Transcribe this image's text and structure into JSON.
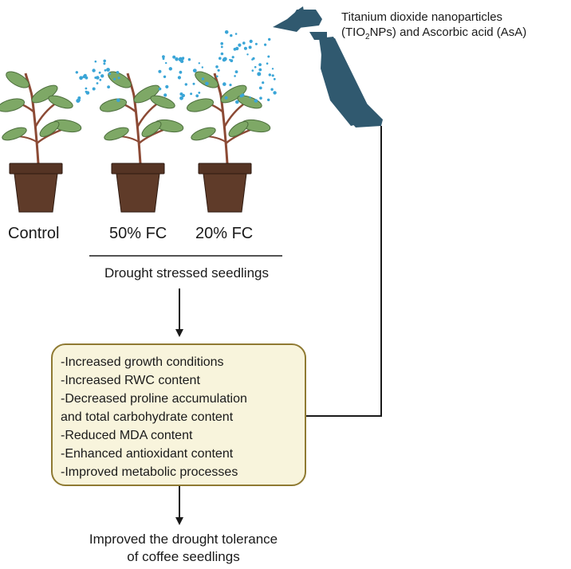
{
  "spray": {
    "title_line1": "Titanium dioxide nanoparticles",
    "title_line2_pre": "(TIO",
    "title_line2_sub": "2",
    "title_line2_post": "NPs) and Ascorbic acid (AsA)",
    "bottle_color": "#30596f",
    "droplet_color": "#3aa5d7"
  },
  "plants": {
    "labels": [
      "Control",
      "50% FC",
      "20% FC"
    ],
    "group_label": "Drought stressed seedlings",
    "leaf_color": "#7ea866",
    "stem_color": "#8c4a35",
    "pot_color": "#553424"
  },
  "effects": {
    "lines": [
      "-Increased growth conditions",
      "-Increased RWC content",
      "-Decreased proline accumulation",
      "and total carbohydrate content",
      "-Reduced MDA content",
      "-Enhanced antioxidant content",
      "-Improved metabolic processes"
    ],
    "fill_color": "#f8f4dc",
    "border_color": "#8f7a32"
  },
  "conclusion": {
    "line1": "Improved the drought tolerance",
    "line2": "of coffee seedlings"
  }
}
